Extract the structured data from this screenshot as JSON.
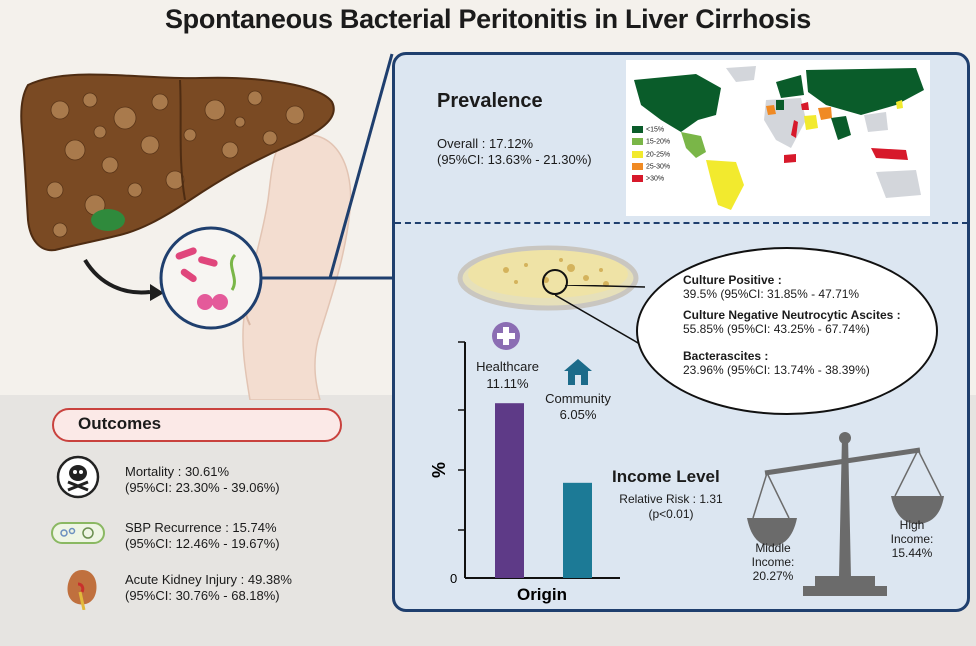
{
  "title": "Spontaneous Bacterial Peritonitis in Liver Cirrhosis",
  "prevalence": {
    "heading": "Prevalence",
    "overall": "Overall : 17.12%",
    "ci": "(95%CI: 13.63% - 21.30%)",
    "legend": [
      {
        "label": "<15%",
        "color": "#0a5c2a"
      },
      {
        "label": "15-20%",
        "color": "#7ab648"
      },
      {
        "label": "20-25%",
        "color": "#f2ea2e"
      },
      {
        "label": "25-30%",
        "color": "#f08a24"
      },
      {
        "label": ">30%",
        "color": "#d7192b"
      }
    ]
  },
  "culture": {
    "positive_label": "Culture Positive :",
    "positive_value": "39.5% (95%CI: 31.85% - 47.71%",
    "cnna_label": "Culture Negative Neutrocytic Ascites :",
    "cnna_value": "55.85% (95%CI: 43.25% - 67.74%)",
    "bacterascites_label": "Bacterascites :",
    "bacterascites_value": "23.96% (95%CI: 13.74% - 38.39%)"
  },
  "chart_data": {
    "type": "bar",
    "categories": [
      "Healthcare",
      "Community"
    ],
    "values": [
      11.11,
      6.05
    ],
    "value_labels": [
      "11.11%",
      "6.05%"
    ],
    "colors": [
      "#5e3a87",
      "#1c7a96"
    ],
    "xlabel": "Origin",
    "ylabel": "%",
    "y_tick_labels": [
      "0"
    ],
    "ylim": [
      0,
      15
    ]
  },
  "income": {
    "heading": "Income Level",
    "relative_risk": "Relative Risk : 1.31",
    "p_value": "(p<0.01)",
    "middle": [
      "Middle",
      "Income:",
      "20.27%"
    ],
    "high": [
      "High",
      "Income:",
      "15.44%"
    ]
  },
  "outcomes": {
    "heading": "Outcomes",
    "items": [
      {
        "line1": "Mortality : 30.61%",
        "line2": "(95%CI: 23.30% - 39.06%)",
        "icon": "skull-icon"
      },
      {
        "line1": "SBP Recurrence : 15.74%",
        "line2": "(95%CI: 12.46% - 19.67%)",
        "icon": "bacteria-capsule-icon"
      },
      {
        "line1": "Acute Kidney Injury : 49.38%",
        "line2": "(95%CI: 30.76% - 68.18%)",
        "icon": "kidney-icon"
      }
    ]
  }
}
